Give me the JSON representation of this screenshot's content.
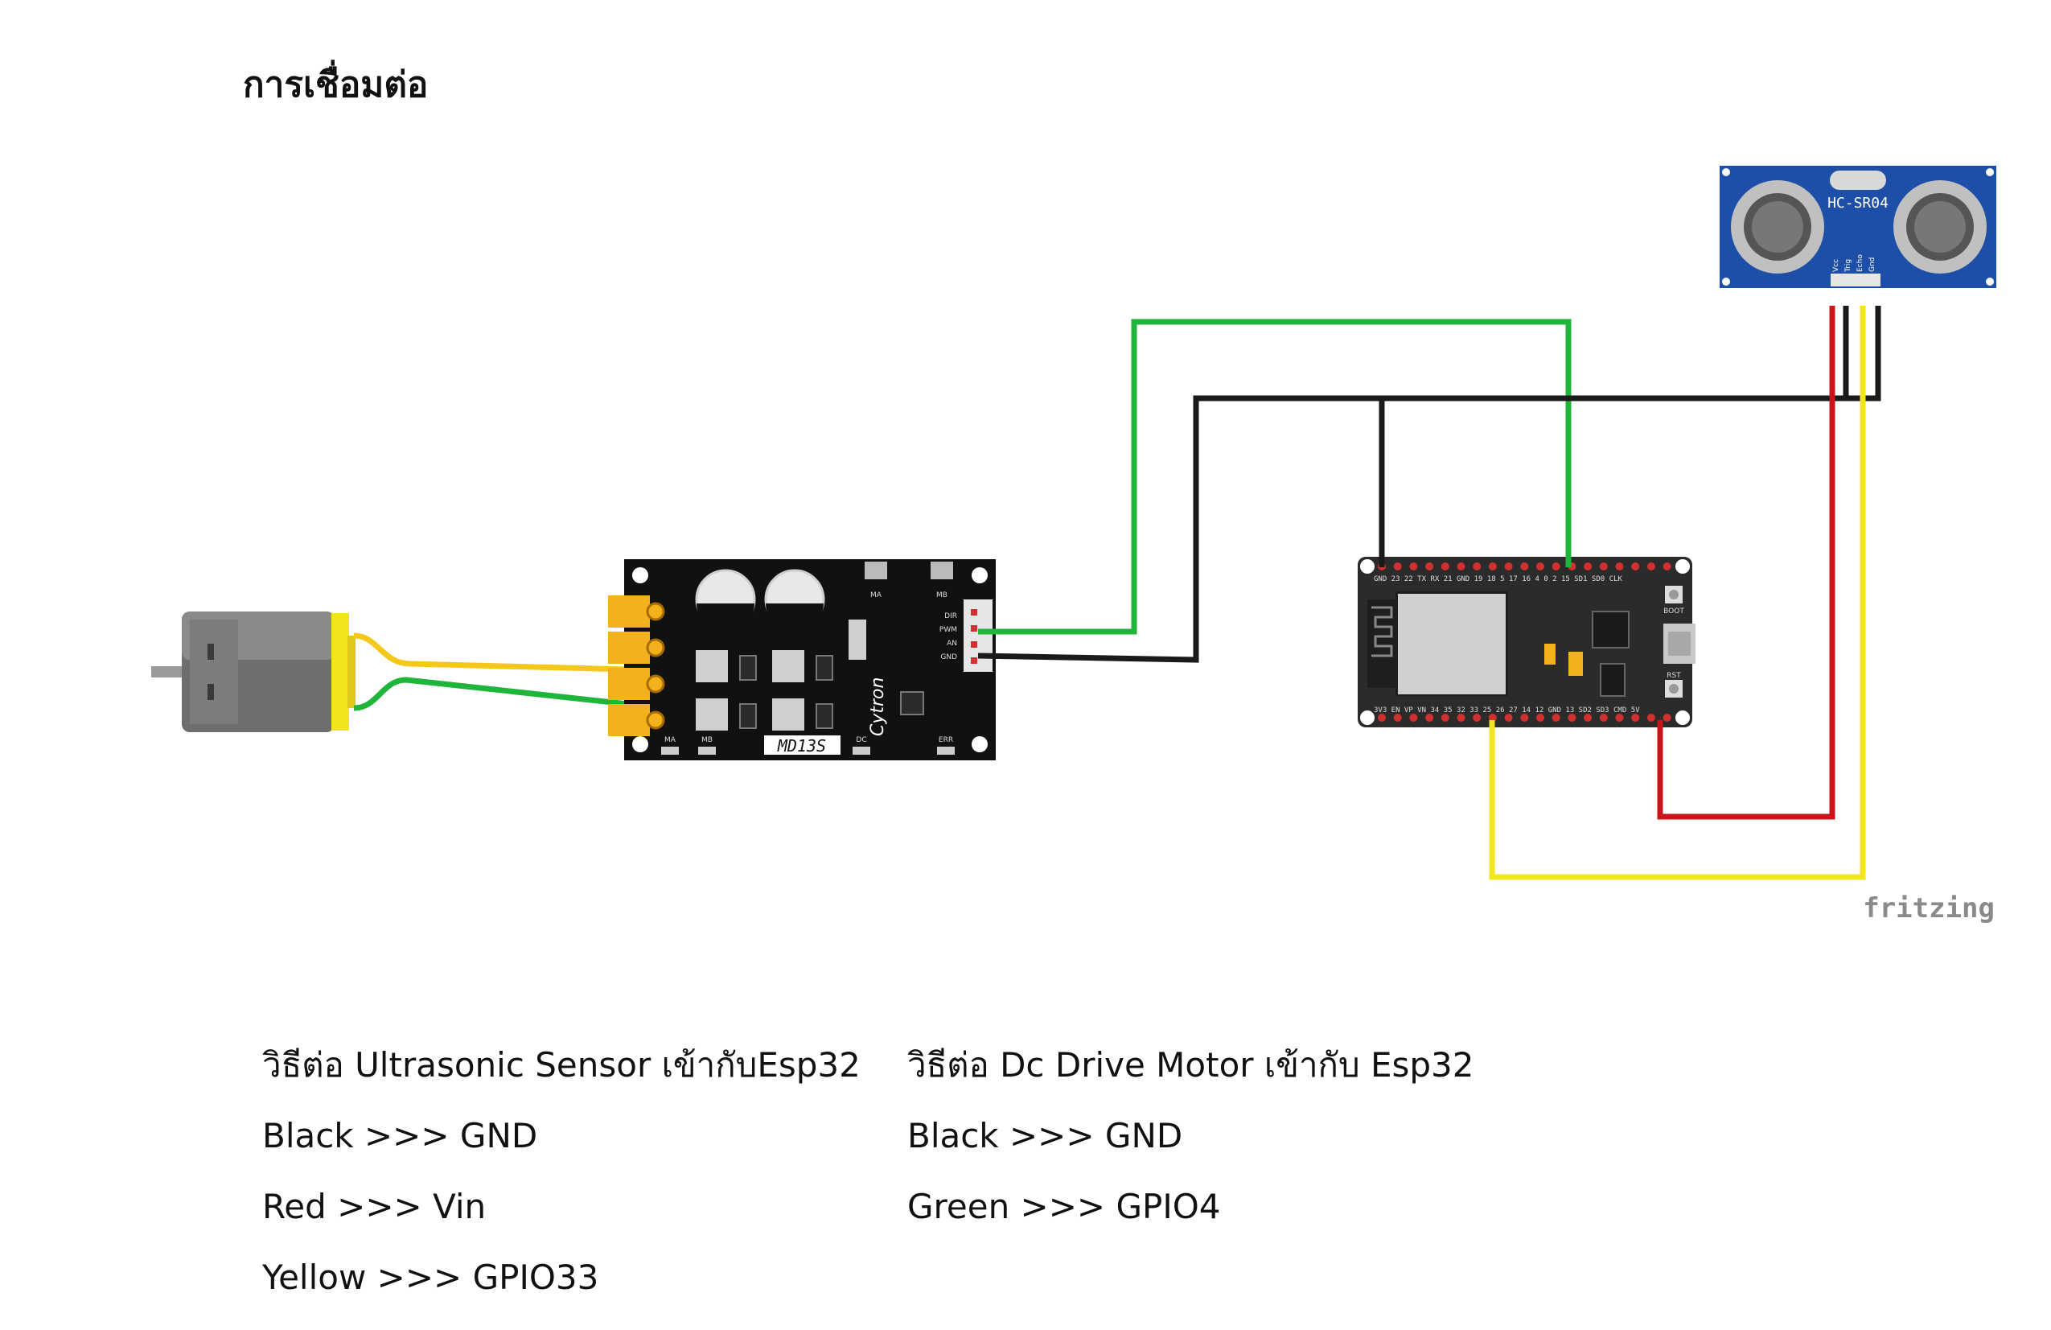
{
  "heading": "การเชื่อมต่อ",
  "diagram": {
    "motor_driver_label": "MD13S",
    "motor_driver_brand": "Cytron",
    "driver_pins": [
      "DIR",
      "PWM",
      "AN",
      "GND"
    ],
    "driver_header_labels": [
      "MA",
      "MB",
      "MA",
      "MB",
      "DC",
      "ERR"
    ],
    "sensor_label": "HC-SR04",
    "sensor_pins": [
      "Vcc",
      "Trig",
      "Echo",
      "Gnd"
    ],
    "esp32_top_pins": "GND 23 22 TX RX 21 GND 19 18 5 17 16 4 0 2 15 SD1 SD0 CLK",
    "esp32_bottom_pins": "3V3 EN VP VN 34 35 32 33 25 26 27 14 12 GND 13 SD2 SD3 CMD 5V",
    "esp32_boot": "BOOT",
    "esp32_rst": "RST",
    "watermark": "fritzing",
    "wire_colors": {
      "black": "#1a1a1a",
      "red": "#c8141a",
      "yellow": "#f2e51e",
      "green": "#1fb43a",
      "motor_yellow": "#f3c81b"
    }
  },
  "notes_left": {
    "title": "วิธีต่อ Ultrasonic Sensor เข้ากับEsp32",
    "lines": [
      "Black >>> GND",
      "Red >>> Vin",
      "Yellow >>> GPIO33"
    ]
  },
  "notes_right": {
    "title": "วิธีต่อ Dc Drive Motor เข้ากับ Esp32",
    "lines": [
      "Black >>> GND",
      "Green >>> GPIO4"
    ]
  }
}
